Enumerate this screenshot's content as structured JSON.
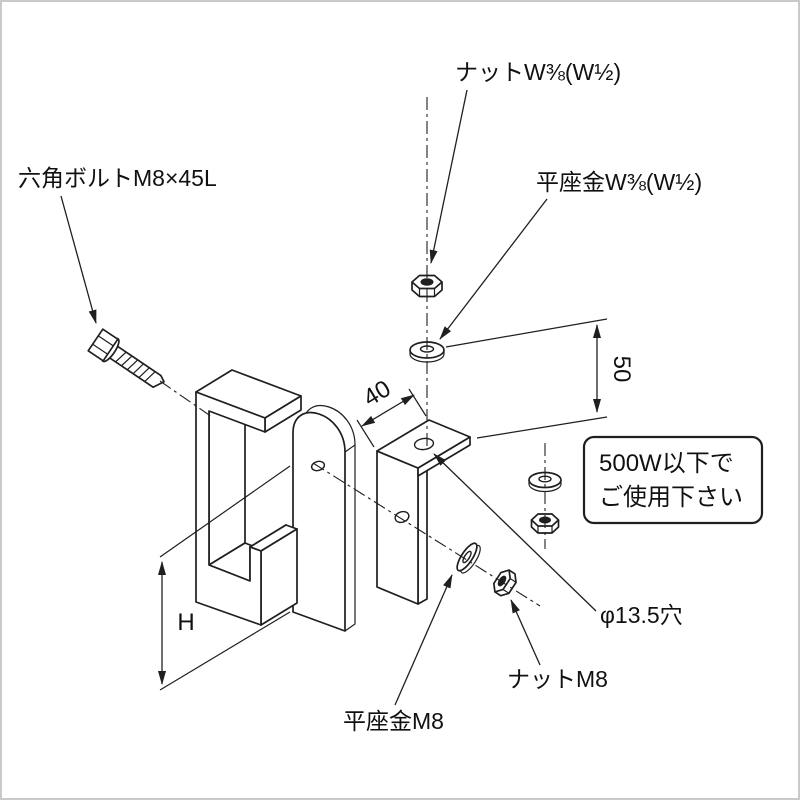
{
  "colors": {
    "line": "#1f1f1f",
    "background": "#ffffff",
    "frame": "#c9c9c9"
  },
  "labels": {
    "hex_bolt": "六角ボルトM8×45L",
    "top_nut": "ナットW⅜(W½)",
    "top_washer": "平座金W⅜(W½)",
    "hole": "φ13.5穴",
    "lower_nut": "ナットM8",
    "lower_washer": "平座金M8"
  },
  "dimensions": {
    "top_face_width": "40",
    "stud_length": "50",
    "bracket_height": "H"
  },
  "notice": {
    "line1": "500W以下で",
    "line2": "ご使用下さい"
  }
}
